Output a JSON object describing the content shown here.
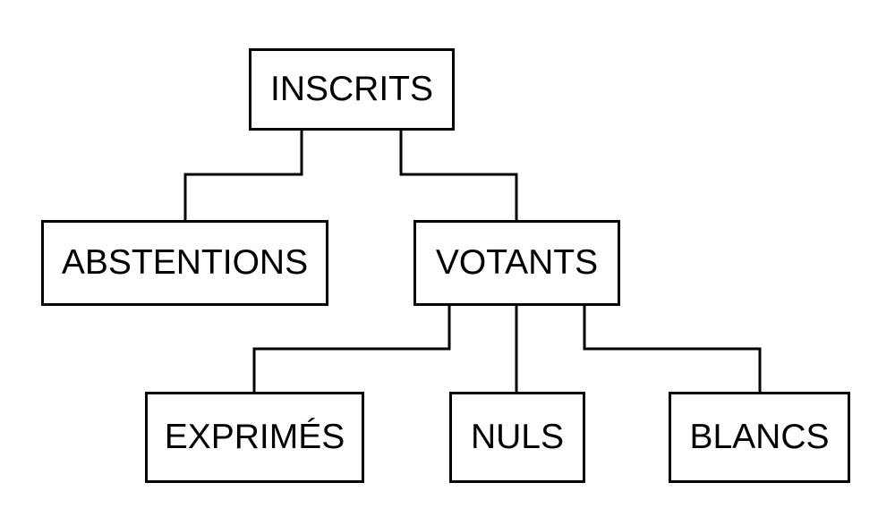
{
  "nodes": {
    "inscrits": "INSCRITS",
    "abstentions": "ABSTENTIONS",
    "votants": "VOTANTS",
    "exprimes": "EXPRIMÉS",
    "nuls": "NULS",
    "blancs": "BLANCS"
  },
  "edges": [
    [
      "INSCRITS",
      "ABSTENTIONS"
    ],
    [
      "INSCRITS",
      "VOTANTS"
    ],
    [
      "VOTANTS",
      "EXPRIMÉS"
    ],
    [
      "VOTANTS",
      "NULS"
    ],
    [
      "VOTANTS",
      "BLANCS"
    ]
  ]
}
